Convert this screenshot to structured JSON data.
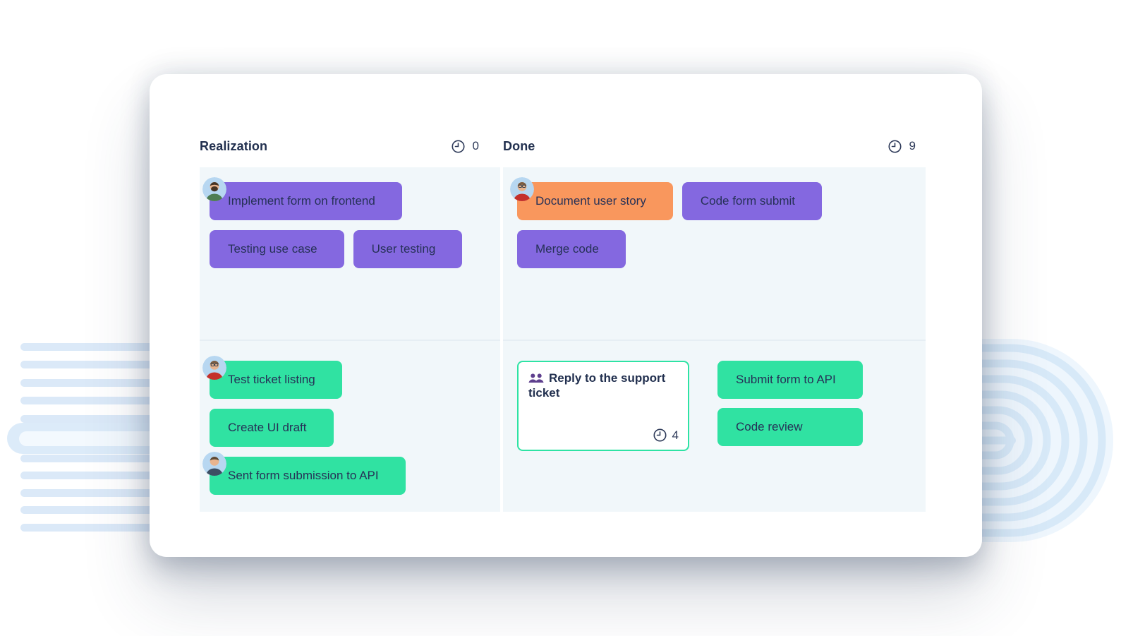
{
  "colors": {
    "purple": "#8468E0",
    "green": "#30E2A2",
    "orange": "#F9975D",
    "ticket_border": "#2EE3A4",
    "panel_bg": "#f1f7fa",
    "text_dark": "#263157",
    "people_icon": "#5E3F8E"
  },
  "board": {
    "columns": [
      {
        "title": "Realization",
        "count": "0",
        "lanes": [
          {
            "rows": [
              [
                {
                  "label": "Implement form on frontend",
                  "color": "purple",
                  "avatar": "man-beard-green"
                }
              ],
              [
                {
                  "label": "Testing use case",
                  "color": "purple"
                },
                {
                  "label": "User testing",
                  "color": "purple"
                }
              ]
            ]
          },
          {
            "rows": [
              [
                {
                  "label": "Test ticket listing",
                  "color": "green",
                  "avatar": "man-glasses-red"
                }
              ],
              [
                {
                  "label": "Create UI draft",
                  "color": "green"
                }
              ],
              [
                {
                  "label": "Sent form submission to API",
                  "color": "green",
                  "avatar": "man-dark"
                }
              ]
            ]
          }
        ]
      },
      {
        "title": "Done",
        "count": "9",
        "lanes": [
          {
            "rows": [
              [
                {
                  "label": "Document user story",
                  "color": "orange",
                  "avatar": "man-glasses-red"
                },
                {
                  "label": "Code form submit",
                  "color": "purple"
                }
              ],
              [
                {
                  "label": "Merge code",
                  "color": "purple"
                }
              ]
            ]
          },
          {
            "rows": [
              [
                {
                  "type": "ticket",
                  "title": "Reply to the support ticket",
                  "hours": "4"
                },
                {
                  "type": "stack",
                  "cards": [
                    {
                      "label": "Submit form to API",
                      "color": "green"
                    },
                    {
                      "label": "Code review",
                      "color": "green"
                    }
                  ]
                }
              ]
            ]
          }
        ]
      }
    ]
  }
}
